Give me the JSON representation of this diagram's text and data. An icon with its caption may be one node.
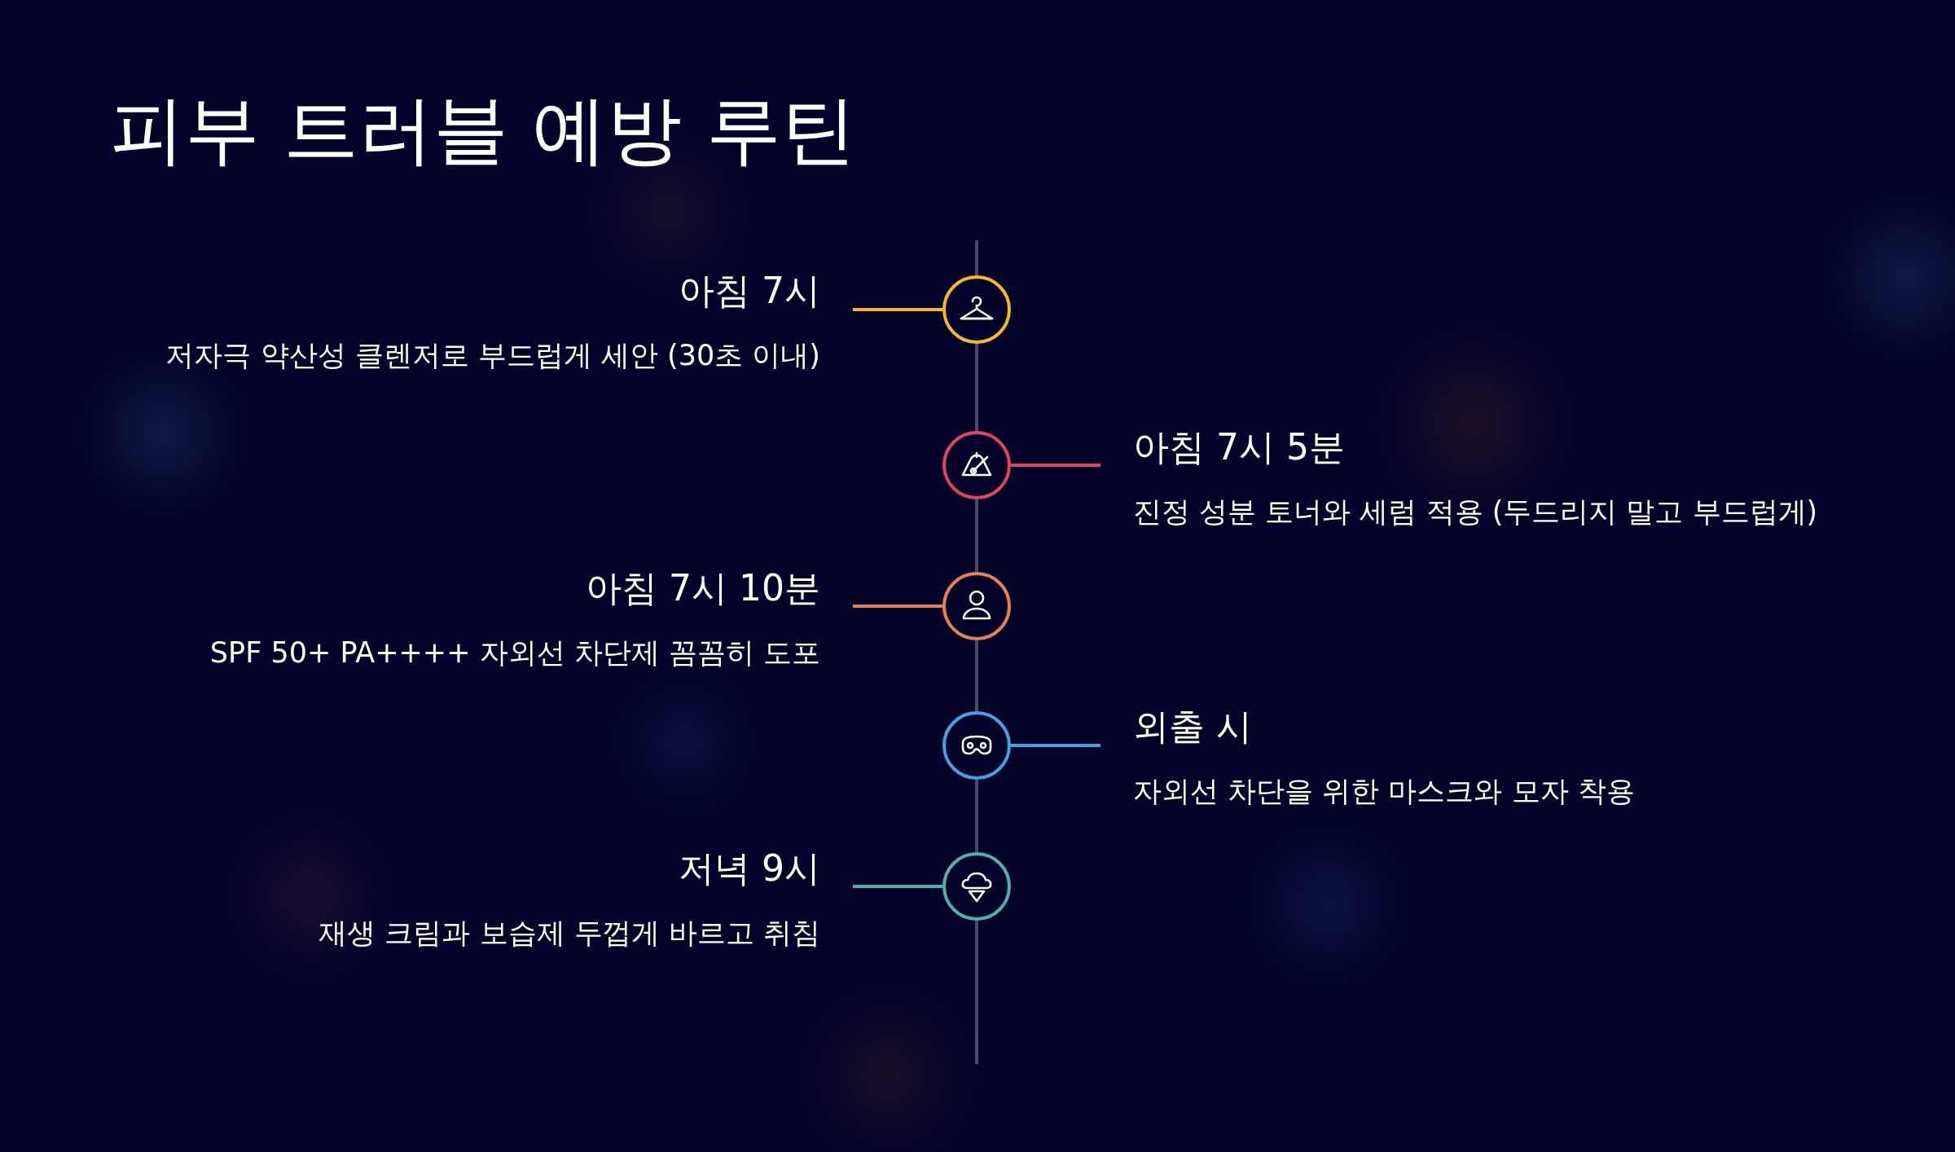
{
  "diagram": {
    "title": "피부 트러블 예방 루틴",
    "nodes": [
      {
        "text": [
          "아침 7시",
          "저자극 약산성 클렌저로 부드럽게 세안 (30초 이내)"
        ]
      },
      {
        "text": [],
        "shape": "circle"
      },
      {
        "text": [
          "아침 7시 5분",
          "진정 성분 토너와 세럼 적용 (두드리지 말고 부드럽게)"
        ]
      },
      {
        "text": [],
        "shape": "circle"
      },
      {
        "text": [
          "아침 7시 10분",
          "SPF 50+ PA++++ 자외선 차단제 꼼꼼히 도포"
        ]
      },
      {
        "text": [],
        "shape": "circle"
      },
      {
        "text": [
          "외출 시",
          "자외선 차단을 위한 마스크와 모자 착용"
        ]
      },
      {
        "text": [],
        "shape": "circle"
      },
      {
        "text": [
          "저녁 9시",
          "재생 크림과 보습제 두껍게 바르고 취침"
        ]
      },
      {
        "text": [],
        "shape": "circle"
      }
    ],
    "edges": [
      {
        "from": 1,
        "to": 0,
        "arrow": "none",
        "color": "#f5b731"
      },
      {
        "from": 3,
        "to": 2,
        "arrow": "none",
        "color": "#e0445f"
      },
      {
        "from": 5,
        "to": 4,
        "arrow": "none",
        "color": "#e97e5b"
      },
      {
        "from": 7,
        "to": 6,
        "arrow": "none",
        "color": "#41a4e2"
      },
      {
        "from": 9,
        "to": 8,
        "arrow": "none",
        "color": "#4fb0a6"
      },
      {
        "from": 1,
        "to": 3,
        "arrow": "none",
        "color": "#4a4a70"
      },
      {
        "from": 3,
        "to": 5,
        "arrow": "none",
        "color": "#4a4a70"
      },
      {
        "from": 5,
        "to": 7,
        "arrow": "none",
        "color": "#4a4a70"
      },
      {
        "from": 7,
        "to": 9,
        "arrow": "none",
        "color": "#4a4a70"
      }
    ]
  }
}
